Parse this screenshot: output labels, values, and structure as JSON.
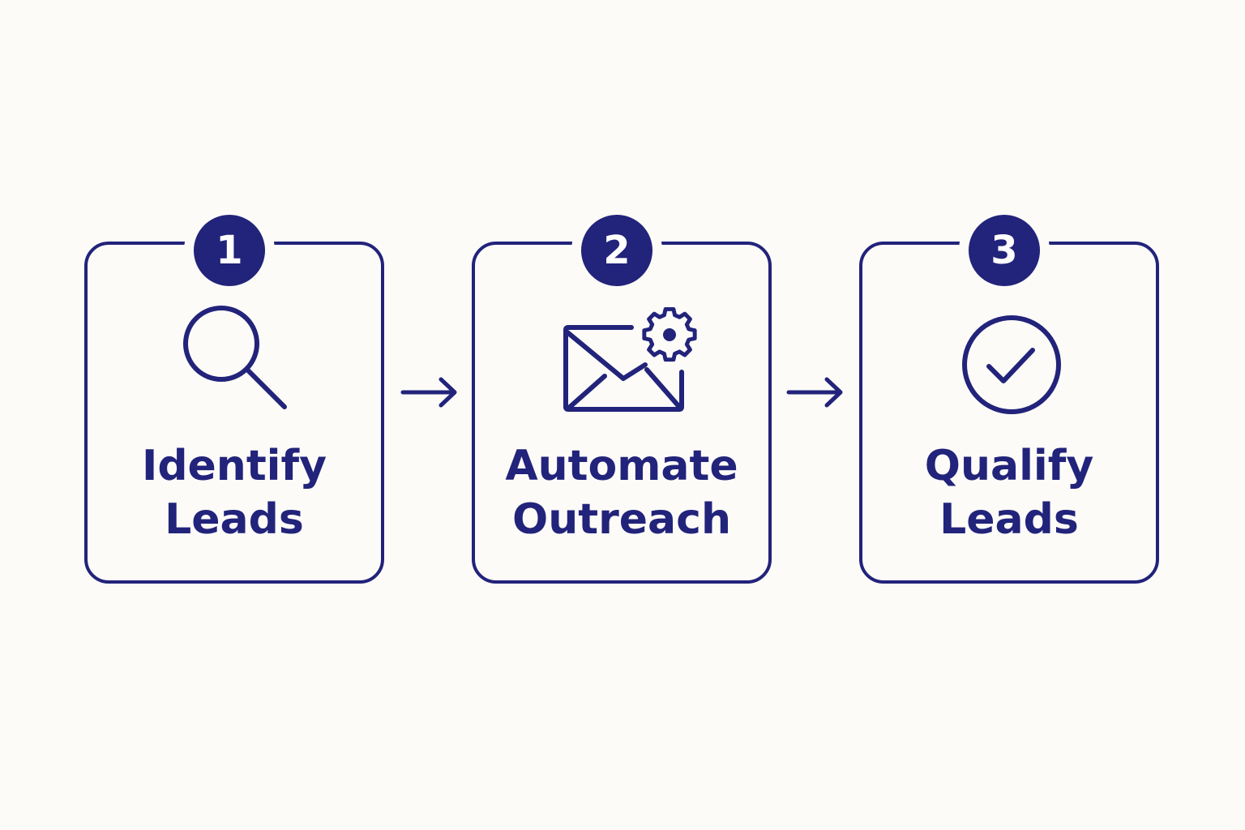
{
  "colors": {
    "accent": "#22237a",
    "background": "#fcfbf8"
  },
  "steps": [
    {
      "number": "1",
      "label_line1": "Identify",
      "label_line2": "Leads",
      "icon": "search-icon"
    },
    {
      "number": "2",
      "label_line1": "Automate",
      "label_line2": "Outreach",
      "icon": "email-automation-icon"
    },
    {
      "number": "3",
      "label_line1": "Qualify",
      "label_line2": "Leads",
      "icon": "check-circle-icon"
    }
  ]
}
